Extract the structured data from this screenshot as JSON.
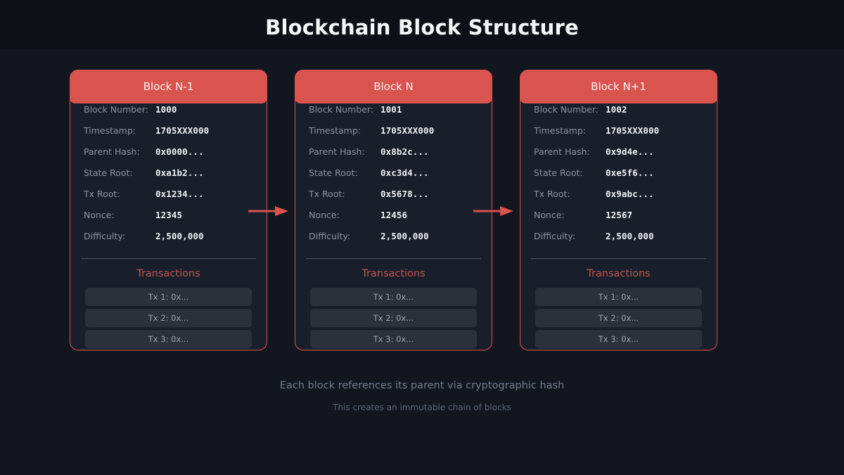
{
  "page": {
    "title": "Blockchain Block Structure",
    "caption_main": "Each block references its parent via cryptographic hash",
    "caption_sub": "This creates an immutable chain of blocks",
    "accent_color": "#d9534f",
    "background_color": "#0d1117",
    "card_background": "#191f2a"
  },
  "field_labels": {
    "block_number": "Block Number:",
    "timestamp": "Timestamp:",
    "parent_hash": "Parent Hash:",
    "state_root": "State Root:",
    "tx_root": "Tx Root:",
    "nonce": "Nonce:",
    "difficulty": "Difficulty:"
  },
  "transactions_heading": "Transactions",
  "blocks": [
    {
      "header": "Block N-1",
      "block_number": "1000",
      "timestamp": "1705XXX000",
      "parent_hash": "0x0000...",
      "state_root": "0xa1b2...",
      "tx_root": "0x1234...",
      "nonce": "12345",
      "difficulty": "2,500,000",
      "transactions": [
        "Tx 1: 0x...",
        "Tx 2: 0x...",
        "Tx 3: 0x..."
      ]
    },
    {
      "header": "Block N",
      "block_number": "1001",
      "timestamp": "1705XXX000",
      "parent_hash": "0x8b2c...",
      "state_root": "0xc3d4...",
      "tx_root": "0x5678...",
      "nonce": "12456",
      "difficulty": "2,500,000",
      "transactions": [
        "Tx 1: 0x...",
        "Tx 2: 0x...",
        "Tx 3: 0x..."
      ]
    },
    {
      "header": "Block N+1",
      "block_number": "1002",
      "timestamp": "1705XXX000",
      "parent_hash": "0x9d4e...",
      "state_root": "0xe5f6...",
      "tx_root": "0x9abc...",
      "nonce": "12567",
      "difficulty": "2,500,000",
      "transactions": [
        "Tx 1: 0x...",
        "Tx 2: 0x...",
        "Tx 3: 0x..."
      ]
    }
  ],
  "arrows": [
    {
      "name": "arrow-block0-to-block1"
    },
    {
      "name": "arrow-block1-to-block2"
    }
  ]
}
